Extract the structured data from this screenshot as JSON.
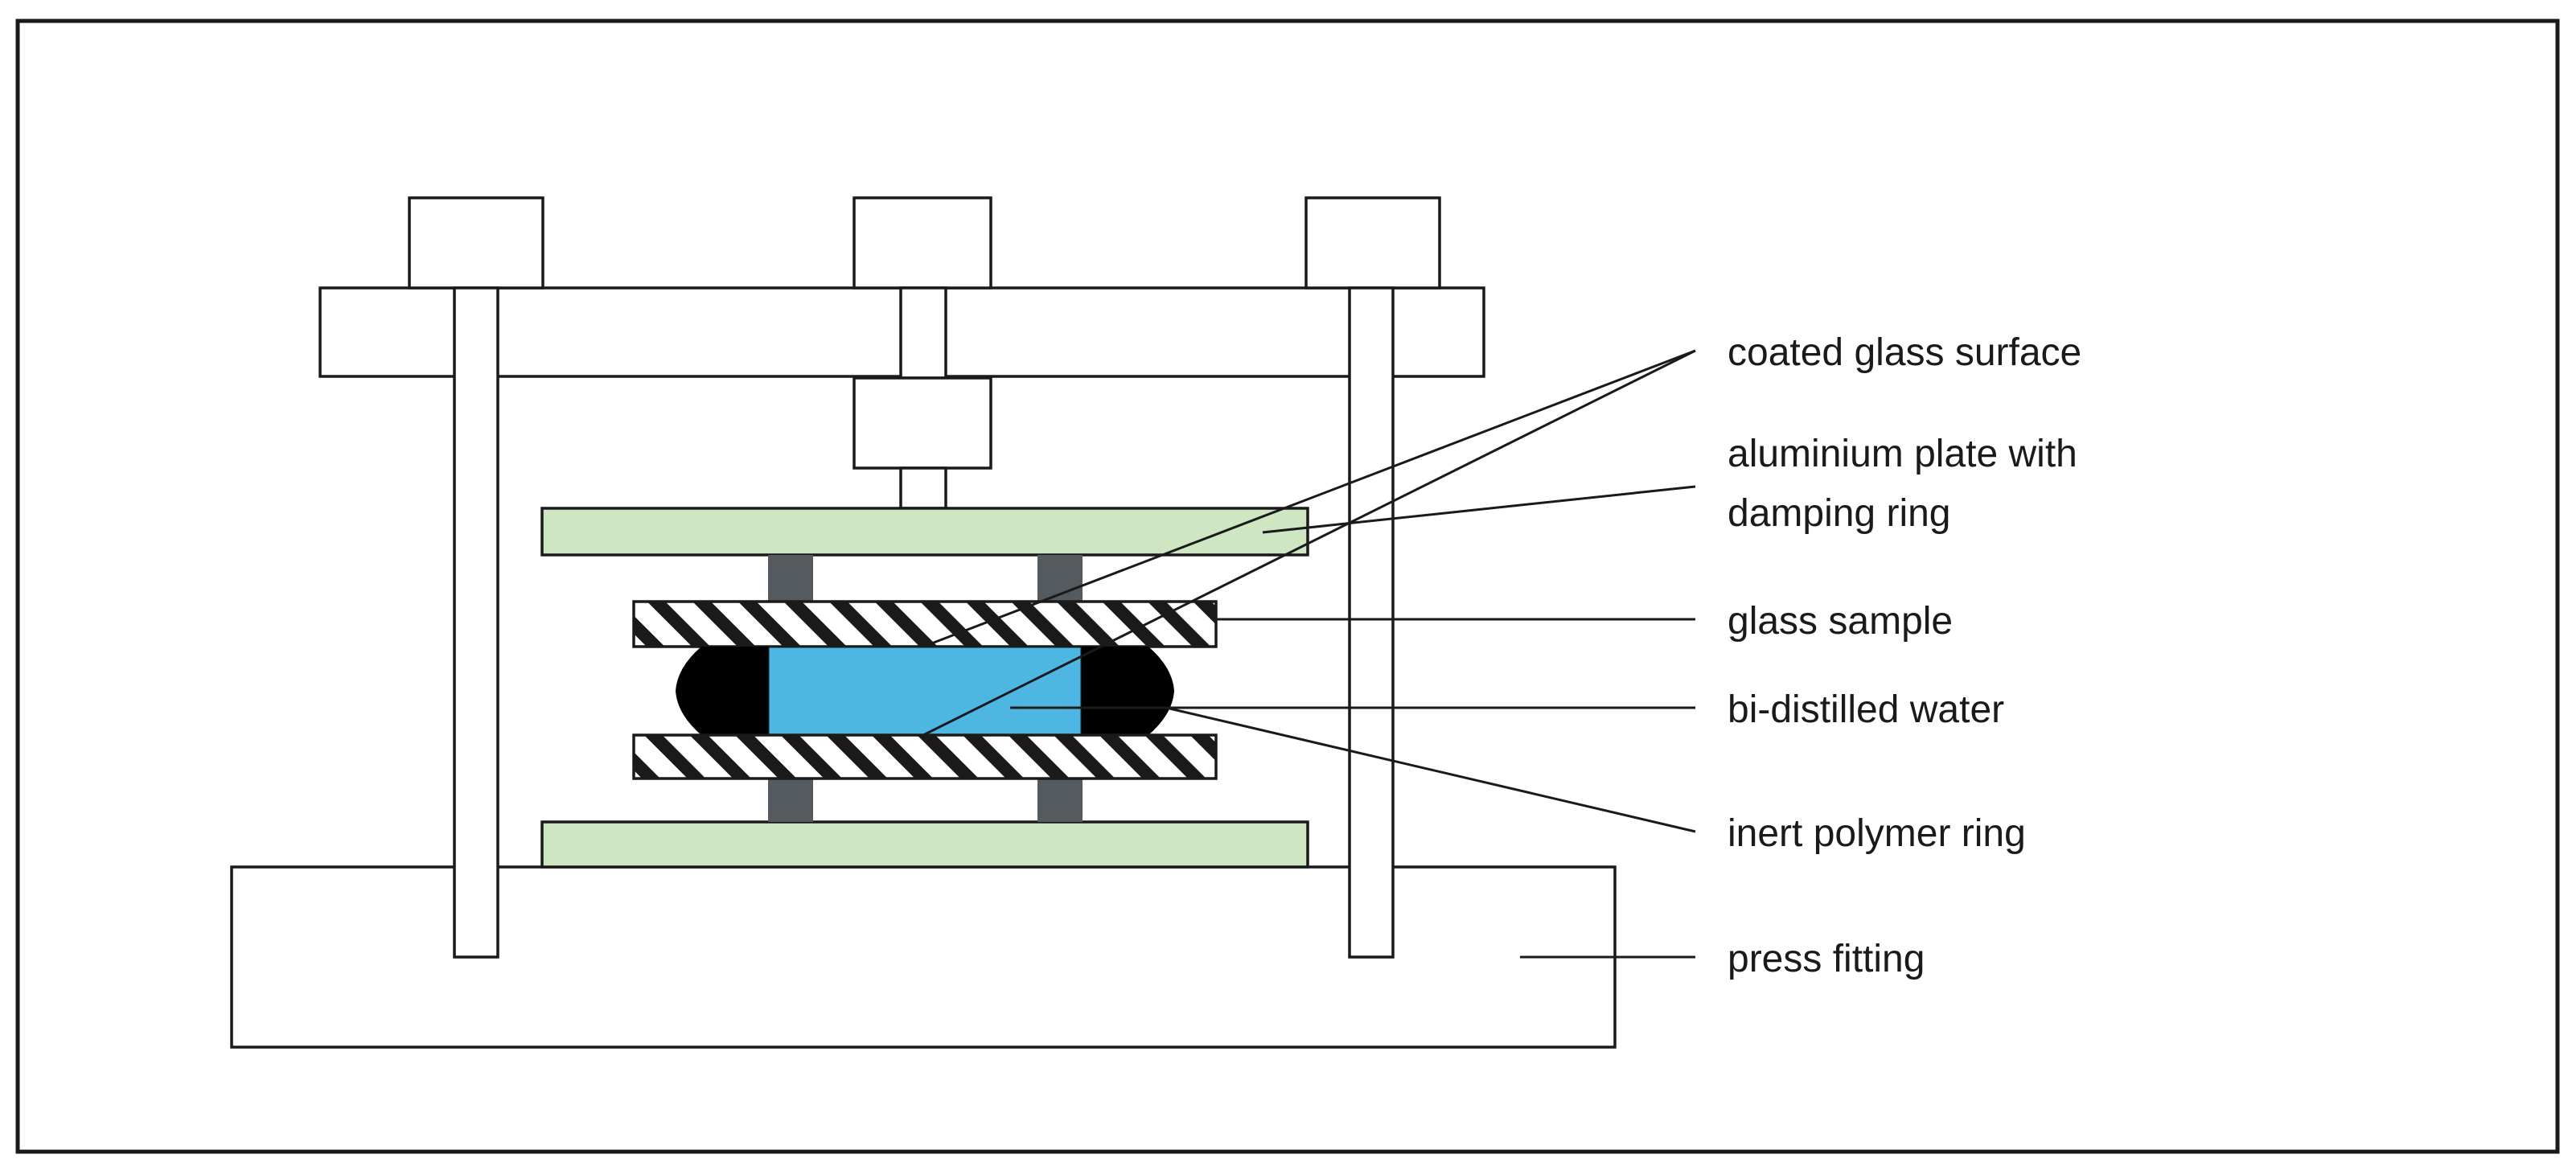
{
  "colors": {
    "background": "#ffffff",
    "outline": "#1a1a1a",
    "aluminium_plate": "#cfe6c2",
    "water": "#4db6e3",
    "polymer_ring": "#000000",
    "spacer": "#555a5e",
    "frame_fill": "#ffffff"
  },
  "labels": {
    "coated_glass_surface": "coated glass surface",
    "aluminium_plate_line1": "aluminium plate with",
    "aluminium_plate_line2": "damping ring",
    "glass_sample": "glass sample",
    "bi_distilled_water": "bi-distilled water",
    "inert_polymer_ring": "inert polymer ring",
    "press_fitting": "press fitting"
  }
}
